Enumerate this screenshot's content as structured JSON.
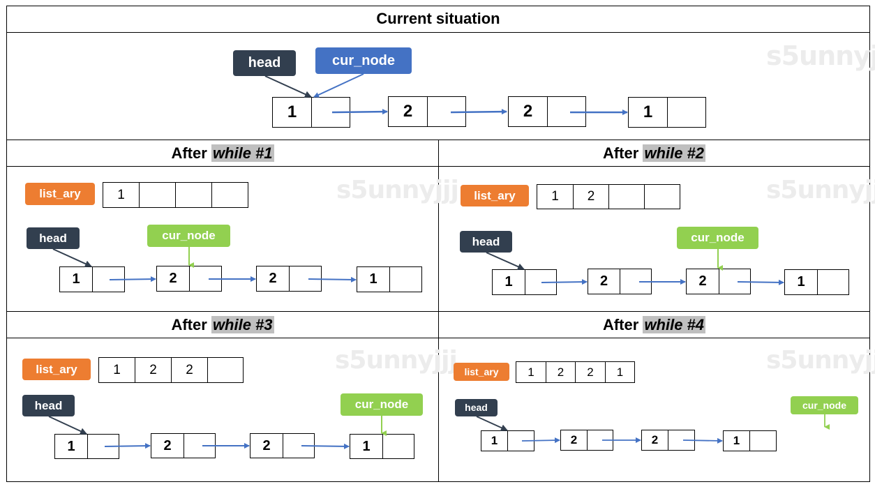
{
  "watermark": "s5unnyjjj",
  "top": {
    "title": "Current situation",
    "head_label": "head",
    "cur_label": "cur_node",
    "nodes": [
      "1",
      "2",
      "2",
      "1"
    ]
  },
  "panels": [
    {
      "title_prefix": "After",
      "title_highlight": "while #1",
      "list_label": "list_ary",
      "list_values": [
        "1",
        "",
        "",
        ""
      ],
      "head_label": "head",
      "cur_label": "cur_node",
      "nodes": [
        "1",
        "2",
        "2",
        "1"
      ]
    },
    {
      "title_prefix": "After",
      "title_highlight": "while #2",
      "list_label": "list_ary",
      "list_values": [
        "1",
        "2",
        "",
        ""
      ],
      "head_label": "head",
      "cur_label": "cur_node",
      "nodes": [
        "1",
        "2",
        "2",
        "1"
      ]
    },
    {
      "title_prefix": "After",
      "title_highlight": "while #3",
      "list_label": "list_ary",
      "list_values": [
        "1",
        "2",
        "2",
        ""
      ],
      "head_label": "head",
      "cur_label": "cur_node",
      "nodes": [
        "1",
        "2",
        "2",
        "1"
      ]
    },
    {
      "title_prefix": "After",
      "title_highlight": "while #4",
      "list_label": "list_ary",
      "list_values": [
        "1",
        "2",
        "2",
        "1"
      ],
      "head_label": "head",
      "cur_label": "cur_node",
      "nodes": [
        "1",
        "2",
        "2",
        "1"
      ]
    }
  ],
  "colors": {
    "head_tag": "#323f4f",
    "cur_tag_top": "#4472c4",
    "cur_tag_panels": "#92d050",
    "list_tag": "#ed7d31",
    "link_arrow": "#4472c4"
  }
}
